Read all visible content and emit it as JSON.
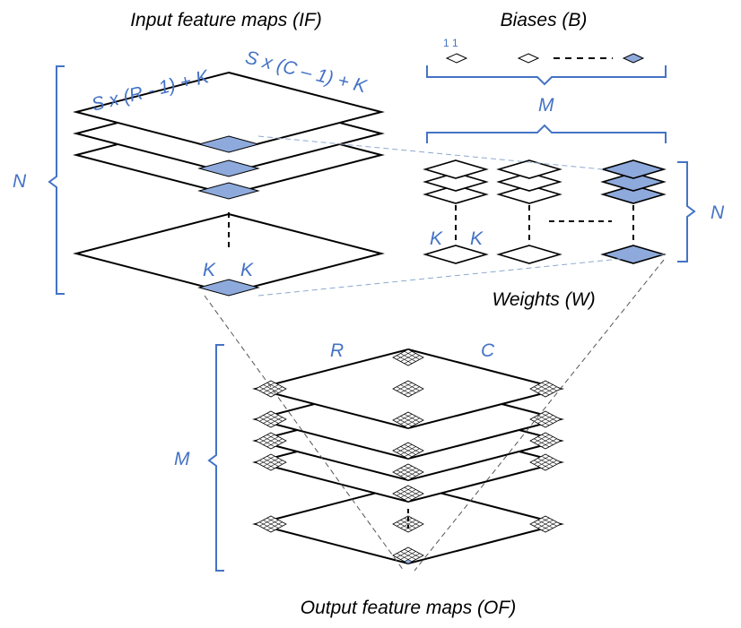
{
  "colors": {
    "accent": "#4472C4",
    "fill": "#8EA9DB",
    "line": "#000000",
    "guide": "#8FA8CF"
  },
  "titles": {
    "input": "Input feature maps (IF)",
    "biases": "Biases (B)",
    "weights": "Weights (W)",
    "output": "Output feature maps (OF)"
  },
  "labels": {
    "if_width": "S x (R - 1) + K",
    "if_height": "S x (C – 1) + K",
    "if_depth": "N",
    "if_kernel_left": "K",
    "if_kernel_right": "K",
    "bias_size": "1 1",
    "bias_count": "M",
    "w_depth": "N",
    "w_kernel_left": "K",
    "w_kernel_right": "K",
    "of_rows": "R",
    "of_cols": "C",
    "of_depth": "M"
  }
}
